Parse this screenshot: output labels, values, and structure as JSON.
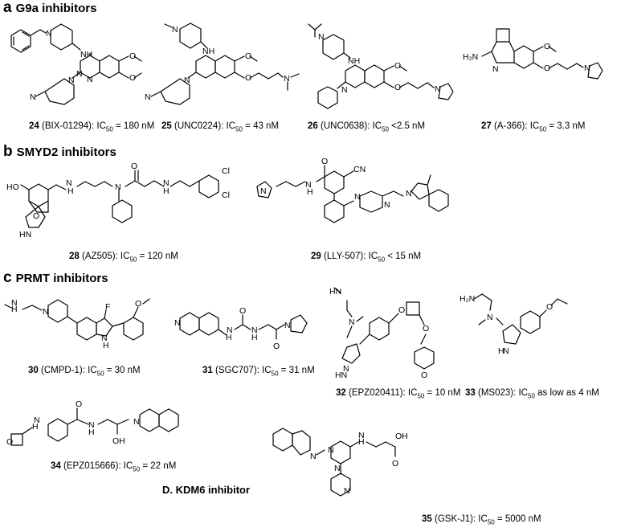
{
  "panels": [
    {
      "letter": "a",
      "title": "G9a inhibitors"
    },
    {
      "letter": "b",
      "title": "SMYD2 inhibitors"
    },
    {
      "letter": "c",
      "title": "PRMT inhibitors"
    }
  ],
  "section_d": "D. KDM6 inhibitor",
  "compounds": [
    {
      "num": "24",
      "name": "(BIX-01294): IC",
      "sub": "50",
      "value": " = 180 nM"
    },
    {
      "num": "25",
      "name": "(UNC0224): IC",
      "sub": "50",
      "value": " = 43 nM"
    },
    {
      "num": "26",
      "name": "(UNC0638): IC",
      "sub": "50",
      "value": " <2.5 nM"
    },
    {
      "num": "27",
      "name": "(A-366): IC",
      "sub": "50",
      "value": " = 3.3 nM"
    },
    {
      "num": "28",
      "name": "(AZ505): IC",
      "sub": "50",
      "value": " = 120 nM"
    },
    {
      "num": "29",
      "name": "(LLY-507): IC",
      "sub": "50",
      "value": " < 15 nM"
    },
    {
      "num": "30",
      "name": "(CMPD-1): IC",
      "sub": "50",
      "value": " = 30 nM"
    },
    {
      "num": "31",
      "name": "(SGC707): IC",
      "sub": "50",
      "value": " = 31 nM"
    },
    {
      "num": "32",
      "name": "(EPZ020411): IC",
      "sub": "50",
      "value": " = 10 nM"
    },
    {
      "num": "33",
      "name": "(MS023): IC",
      "sub": "50",
      "value": " as low as 4 nM"
    },
    {
      "num": "34",
      "name": "(EPZ015666): IC",
      "sub": "50",
      "value": " = 22 nM"
    },
    {
      "num": "35",
      "name": "(GSK-J1): IC",
      "sub": "50",
      "value": " = 5000 nM"
    }
  ],
  "atom_labels": {
    "nh": "NH",
    "n": "N",
    "h2n": "H₂N",
    "h": "H",
    "nh2": "H₂N",
    "f": "F",
    "o": "O",
    "oh": "OH",
    "ho": "HO",
    "hn": "HN",
    "cl": "Cl",
    "cn": "CN",
    "ome": "O"
  }
}
